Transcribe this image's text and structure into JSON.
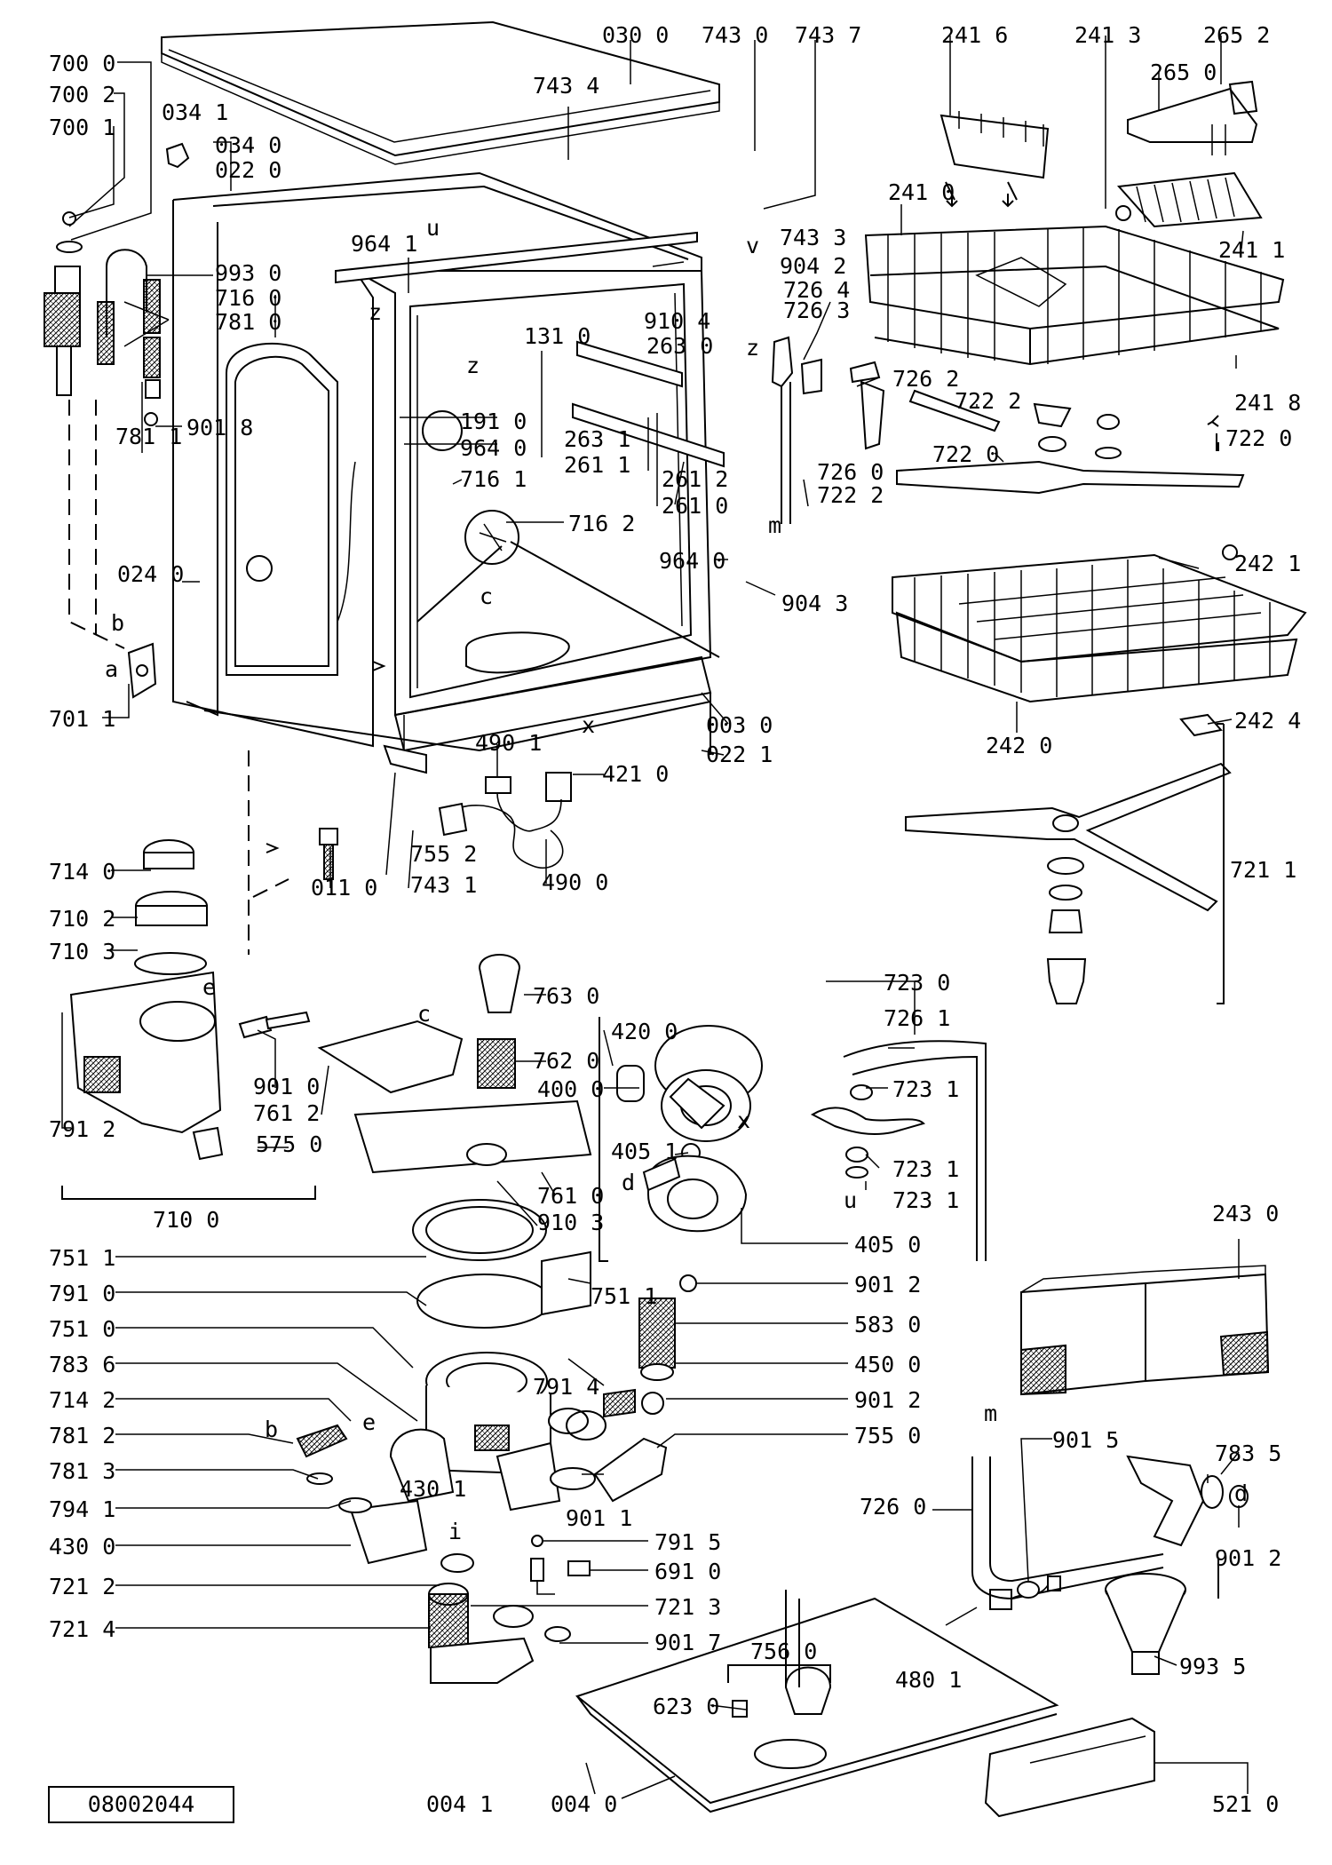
{
  "drawing_number": "08002044",
  "callouts": [
    {
      "id": "l0",
      "text": "700 0"
    },
    {
      "id": "l1",
      "text": "700 2"
    },
    {
      "id": "l2",
      "text": "700 1"
    },
    {
      "id": "l3",
      "text": "034 1"
    },
    {
      "id": "l4",
      "text": "034 0"
    },
    {
      "id": "l5",
      "text": "022 0"
    },
    {
      "id": "l6",
      "text": "030 0"
    },
    {
      "id": "l7",
      "text": "743 0"
    },
    {
      "id": "l8",
      "text": "743 7"
    },
    {
      "id": "l9",
      "text": "743 4"
    },
    {
      "id": "l10",
      "text": "743 3"
    },
    {
      "id": "l11",
      "text": "964 1"
    },
    {
      "id": "l12",
      "text": "993 0"
    },
    {
      "id": "l13",
      "text": "716 0"
    },
    {
      "id": "l14",
      "text": "781 0"
    },
    {
      "id": "l15",
      "text": "901 8"
    },
    {
      "id": "l16",
      "text": "781 1"
    },
    {
      "id": "l17",
      "text": "904 2"
    },
    {
      "id": "l18",
      "text": "726 4"
    },
    {
      "id": "l19",
      "text": "726 3"
    },
    {
      "id": "l20",
      "text": "910 4"
    },
    {
      "id": "l21",
      "text": "131 0"
    },
    {
      "id": "l22",
      "text": "263 0"
    },
    {
      "id": "l23",
      "text": "726 2"
    },
    {
      "id": "l24",
      "text": "263 1"
    },
    {
      "id": "l25",
      "text": "261 1"
    },
    {
      "id": "l26",
      "text": "191 0"
    },
    {
      "id": "l27",
      "text": "964 0"
    },
    {
      "id": "l28",
      "text": "716 1"
    },
    {
      "id": "l29",
      "text": "261 2"
    },
    {
      "id": "l30",
      "text": "261 0"
    },
    {
      "id": "l31",
      "text": "726 0"
    },
    {
      "id": "l32",
      "text": "722 2"
    },
    {
      "id": "l33",
      "text": "716 2"
    },
    {
      "id": "l34",
      "text": "964 0"
    },
    {
      "id": "l35",
      "text": "904 3"
    },
    {
      "id": "l36",
      "text": "024 0"
    },
    {
      "id": "l37",
      "text": "701 1"
    },
    {
      "id": "l38",
      "text": "003 0"
    },
    {
      "id": "l39",
      "text": "022 1"
    },
    {
      "id": "l40",
      "text": "490 1"
    },
    {
      "id": "l41",
      "text": "421 0"
    },
    {
      "id": "l42",
      "text": "490 0"
    },
    {
      "id": "l43",
      "text": "755 2"
    },
    {
      "id": "l44",
      "text": "743 1"
    },
    {
      "id": "l45",
      "text": "011 0"
    },
    {
      "id": "l46",
      "text": "241 6"
    },
    {
      "id": "l47",
      "text": "241 3"
    },
    {
      "id": "l48",
      "text": "265 2"
    },
    {
      "id": "l49",
      "text": "265 0"
    },
    {
      "id": "l50",
      "text": "241 0"
    },
    {
      "id": "l51",
      "text": "241 1"
    },
    {
      "id": "l52",
      "text": "241 8"
    },
    {
      "id": "l53",
      "text": "722 2"
    },
    {
      "id": "l54",
      "text": "722 0"
    },
    {
      "id": "l55",
      "text": "722 0"
    },
    {
      "id": "l56",
      "text": "242 1"
    },
    {
      "id": "l57",
      "text": "242 0"
    },
    {
      "id": "l58",
      "text": "242 4"
    },
    {
      "id": "l59",
      "text": "721 1"
    },
    {
      "id": "l60",
      "text": "714 0"
    },
    {
      "id": "l61",
      "text": "710 2"
    },
    {
      "id": "l62",
      "text": "710 3"
    },
    {
      "id": "l63",
      "text": "791 2"
    },
    {
      "id": "l64",
      "text": "901 0"
    },
    {
      "id": "l65",
      "text": "761 2"
    },
    {
      "id": "l66",
      "text": "575 0"
    },
    {
      "id": "l67",
      "text": "710 0"
    },
    {
      "id": "l68",
      "text": "763 0"
    },
    {
      "id": "l69",
      "text": "762 0"
    },
    {
      "id": "l70",
      "text": "420 0"
    },
    {
      "id": "l71",
      "text": "400 0"
    },
    {
      "id": "l72",
      "text": "405 1"
    },
    {
      "id": "l73",
      "text": "761 0"
    },
    {
      "id": "l74",
      "text": "910 3"
    },
    {
      "id": "l75",
      "text": "751 1"
    },
    {
      "id": "l76",
      "text": "751 1"
    },
    {
      "id": "l77",
      "text": "791 0"
    },
    {
      "id": "l78",
      "text": "751 0"
    },
    {
      "id": "l79",
      "text": "783 6"
    },
    {
      "id": "l80",
      "text": "714 2"
    },
    {
      "id": "l81",
      "text": "781 2"
    },
    {
      "id": "l82",
      "text": "781 3"
    },
    {
      "id": "l83",
      "text": "794 1"
    },
    {
      "id": "l84",
      "text": "430 0"
    },
    {
      "id": "l85",
      "text": "721 2"
    },
    {
      "id": "l86",
      "text": "721 4"
    },
    {
      "id": "l87",
      "text": "791 4"
    },
    {
      "id": "l88",
      "text": "430 1"
    },
    {
      "id": "l89",
      "text": "901 1"
    },
    {
      "id": "l90",
      "text": "405 0"
    },
    {
      "id": "l91",
      "text": "901 2"
    },
    {
      "id": "l92",
      "text": "583 0"
    },
    {
      "id": "l93",
      "text": "450 0"
    },
    {
      "id": "l94",
      "text": "901 2"
    },
    {
      "id": "l95",
      "text": "755 0"
    },
    {
      "id": "l96",
      "text": "791 5"
    },
    {
      "id": "l97",
      "text": "691 0"
    },
    {
      "id": "l98",
      "text": "721 3"
    },
    {
      "id": "l99",
      "text": "901 7"
    },
    {
      "id": "l100",
      "text": "756 0"
    },
    {
      "id": "l101",
      "text": "623 0"
    },
    {
      "id": "l102",
      "text": "480 1"
    },
    {
      "id": "l103",
      "text": "993 5"
    },
    {
      "id": "l104",
      "text": "004 1"
    },
    {
      "id": "l105",
      "text": "004 0"
    },
    {
      "id": "l106",
      "text": "521 0"
    },
    {
      "id": "l107",
      "text": "723 0"
    },
    {
      "id": "l108",
      "text": "726 1"
    },
    {
      "id": "l109",
      "text": "723 1"
    },
    {
      "id": "l110",
      "text": "723 1"
    },
    {
      "id": "l111",
      "text": "723 1"
    },
    {
      "id": "l112",
      "text": "243 0"
    },
    {
      "id": "l113",
      "text": "726 0"
    },
    {
      "id": "l114",
      "text": "901 5"
    },
    {
      "id": "l115",
      "text": "783 5"
    },
    {
      "id": "l116",
      "text": "901 2"
    }
  ],
  "reference_letters": [
    {
      "id": "r0",
      "text": "u"
    },
    {
      "id": "r1",
      "text": "z"
    },
    {
      "id": "r2",
      "text": "z"
    },
    {
      "id": "r3",
      "text": "v"
    },
    {
      "id": "r4",
      "text": "z"
    },
    {
      "id": "r5",
      "text": "m"
    },
    {
      "id": "r6",
      "text": "c"
    },
    {
      "id": "r7",
      "text": "b"
    },
    {
      "id": "r8",
      "text": "a"
    },
    {
      "id": "r9",
      "text": "x"
    },
    {
      "id": "r10",
      "text": "e"
    },
    {
      "id": "r11",
      "text": "c"
    },
    {
      "id": "r12",
      "text": "x"
    },
    {
      "id": "r13",
      "text": "d"
    },
    {
      "id": "r14",
      "text": "u"
    },
    {
      "id": "r15",
      "text": "b"
    },
    {
      "id": "r16",
      "text": "e"
    },
    {
      "id": "r17",
      "text": "i"
    },
    {
      "id": "r18",
      "text": "m"
    },
    {
      "id": "r19",
      "text": "d"
    }
  ]
}
